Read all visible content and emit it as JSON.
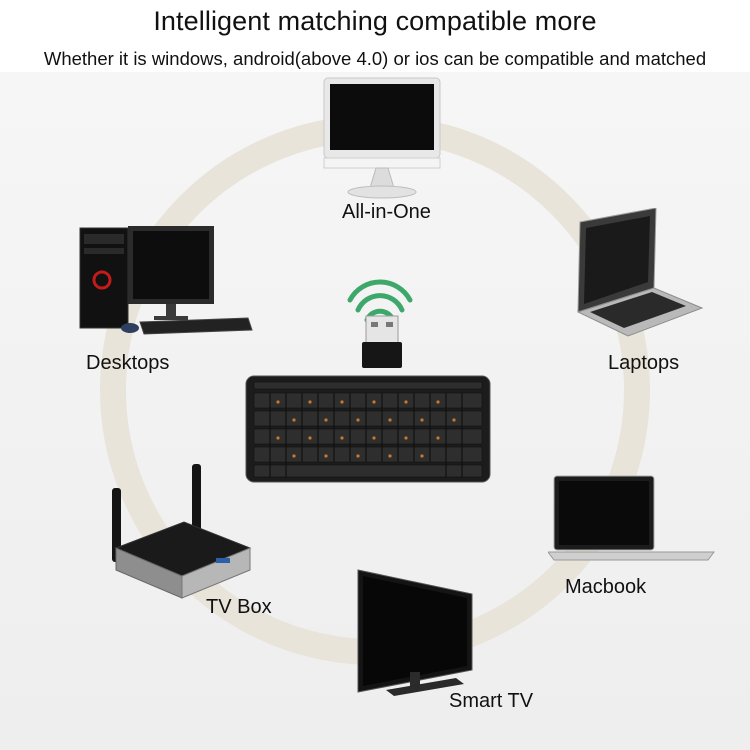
{
  "header": {
    "title": "Intelligent matching compatible more",
    "subtitle": "Whether it is windows, android(above 4.0) or ios can be compatible and matched"
  },
  "devices": {
    "all_in_one": "All-in-One",
    "desktops": "Desktops",
    "laptops": "Laptops",
    "tv_box": "TV Box",
    "macbook": "Macbook",
    "smart_tv": "Smart TV"
  }
}
